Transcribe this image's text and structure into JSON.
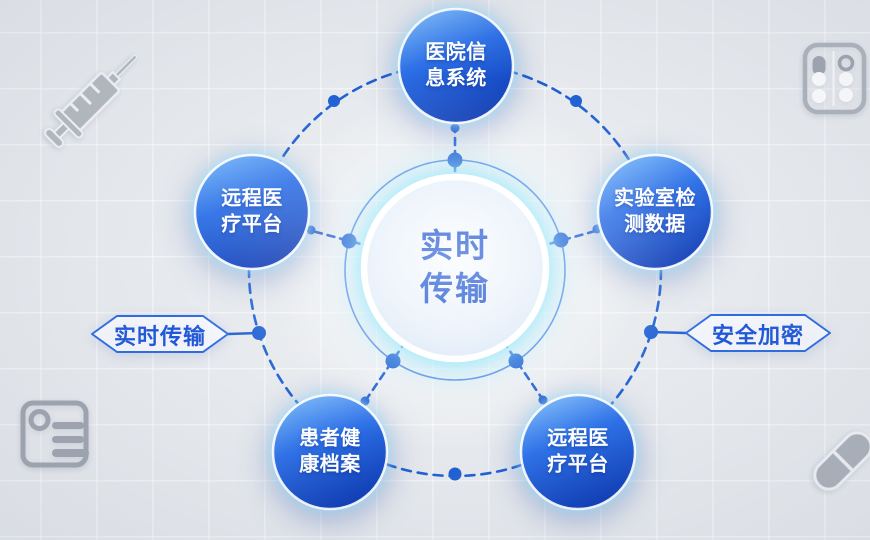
{
  "center": {
    "line1": "实时",
    "line2": "传输"
  },
  "nodes": [
    {
      "id": "hospital-info-system",
      "line1": "医院信",
      "line2": "息系统"
    },
    {
      "id": "telemedicine-platform-upper-left",
      "line1": "远程医",
      "line2": "疗平台"
    },
    {
      "id": "lab-test-data",
      "line1": "实验室检",
      "line2": "测数据"
    },
    {
      "id": "patient-health-records",
      "line1": "患者健",
      "line2": "康档案"
    },
    {
      "id": "telemedicine-platform-lower-right",
      "line1": "远程医",
      "line2": "疗平台"
    }
  ],
  "side_labels": {
    "left": "实时传输",
    "right": "安全加密"
  },
  "icons": {
    "top_left": "syringe-icon",
    "top_right": "pill-blister-icon",
    "bottom_left": "medical-record-icon",
    "bottom_right": "capsule-icon"
  },
  "colors": {
    "background": "#e6e9ed",
    "accent_blue": "#1e5fd3",
    "node_gradient_top": "#7ab8f9",
    "node_gradient_mid": "#2d70e7",
    "node_gradient_bottom": "#0a38b3",
    "center_text": "#1a52cf",
    "node_text": "#ffffff",
    "pill_border": "#2e6be0",
    "glow_cyan": "#9fe7fb",
    "icon_gray": "#a9afb9"
  }
}
